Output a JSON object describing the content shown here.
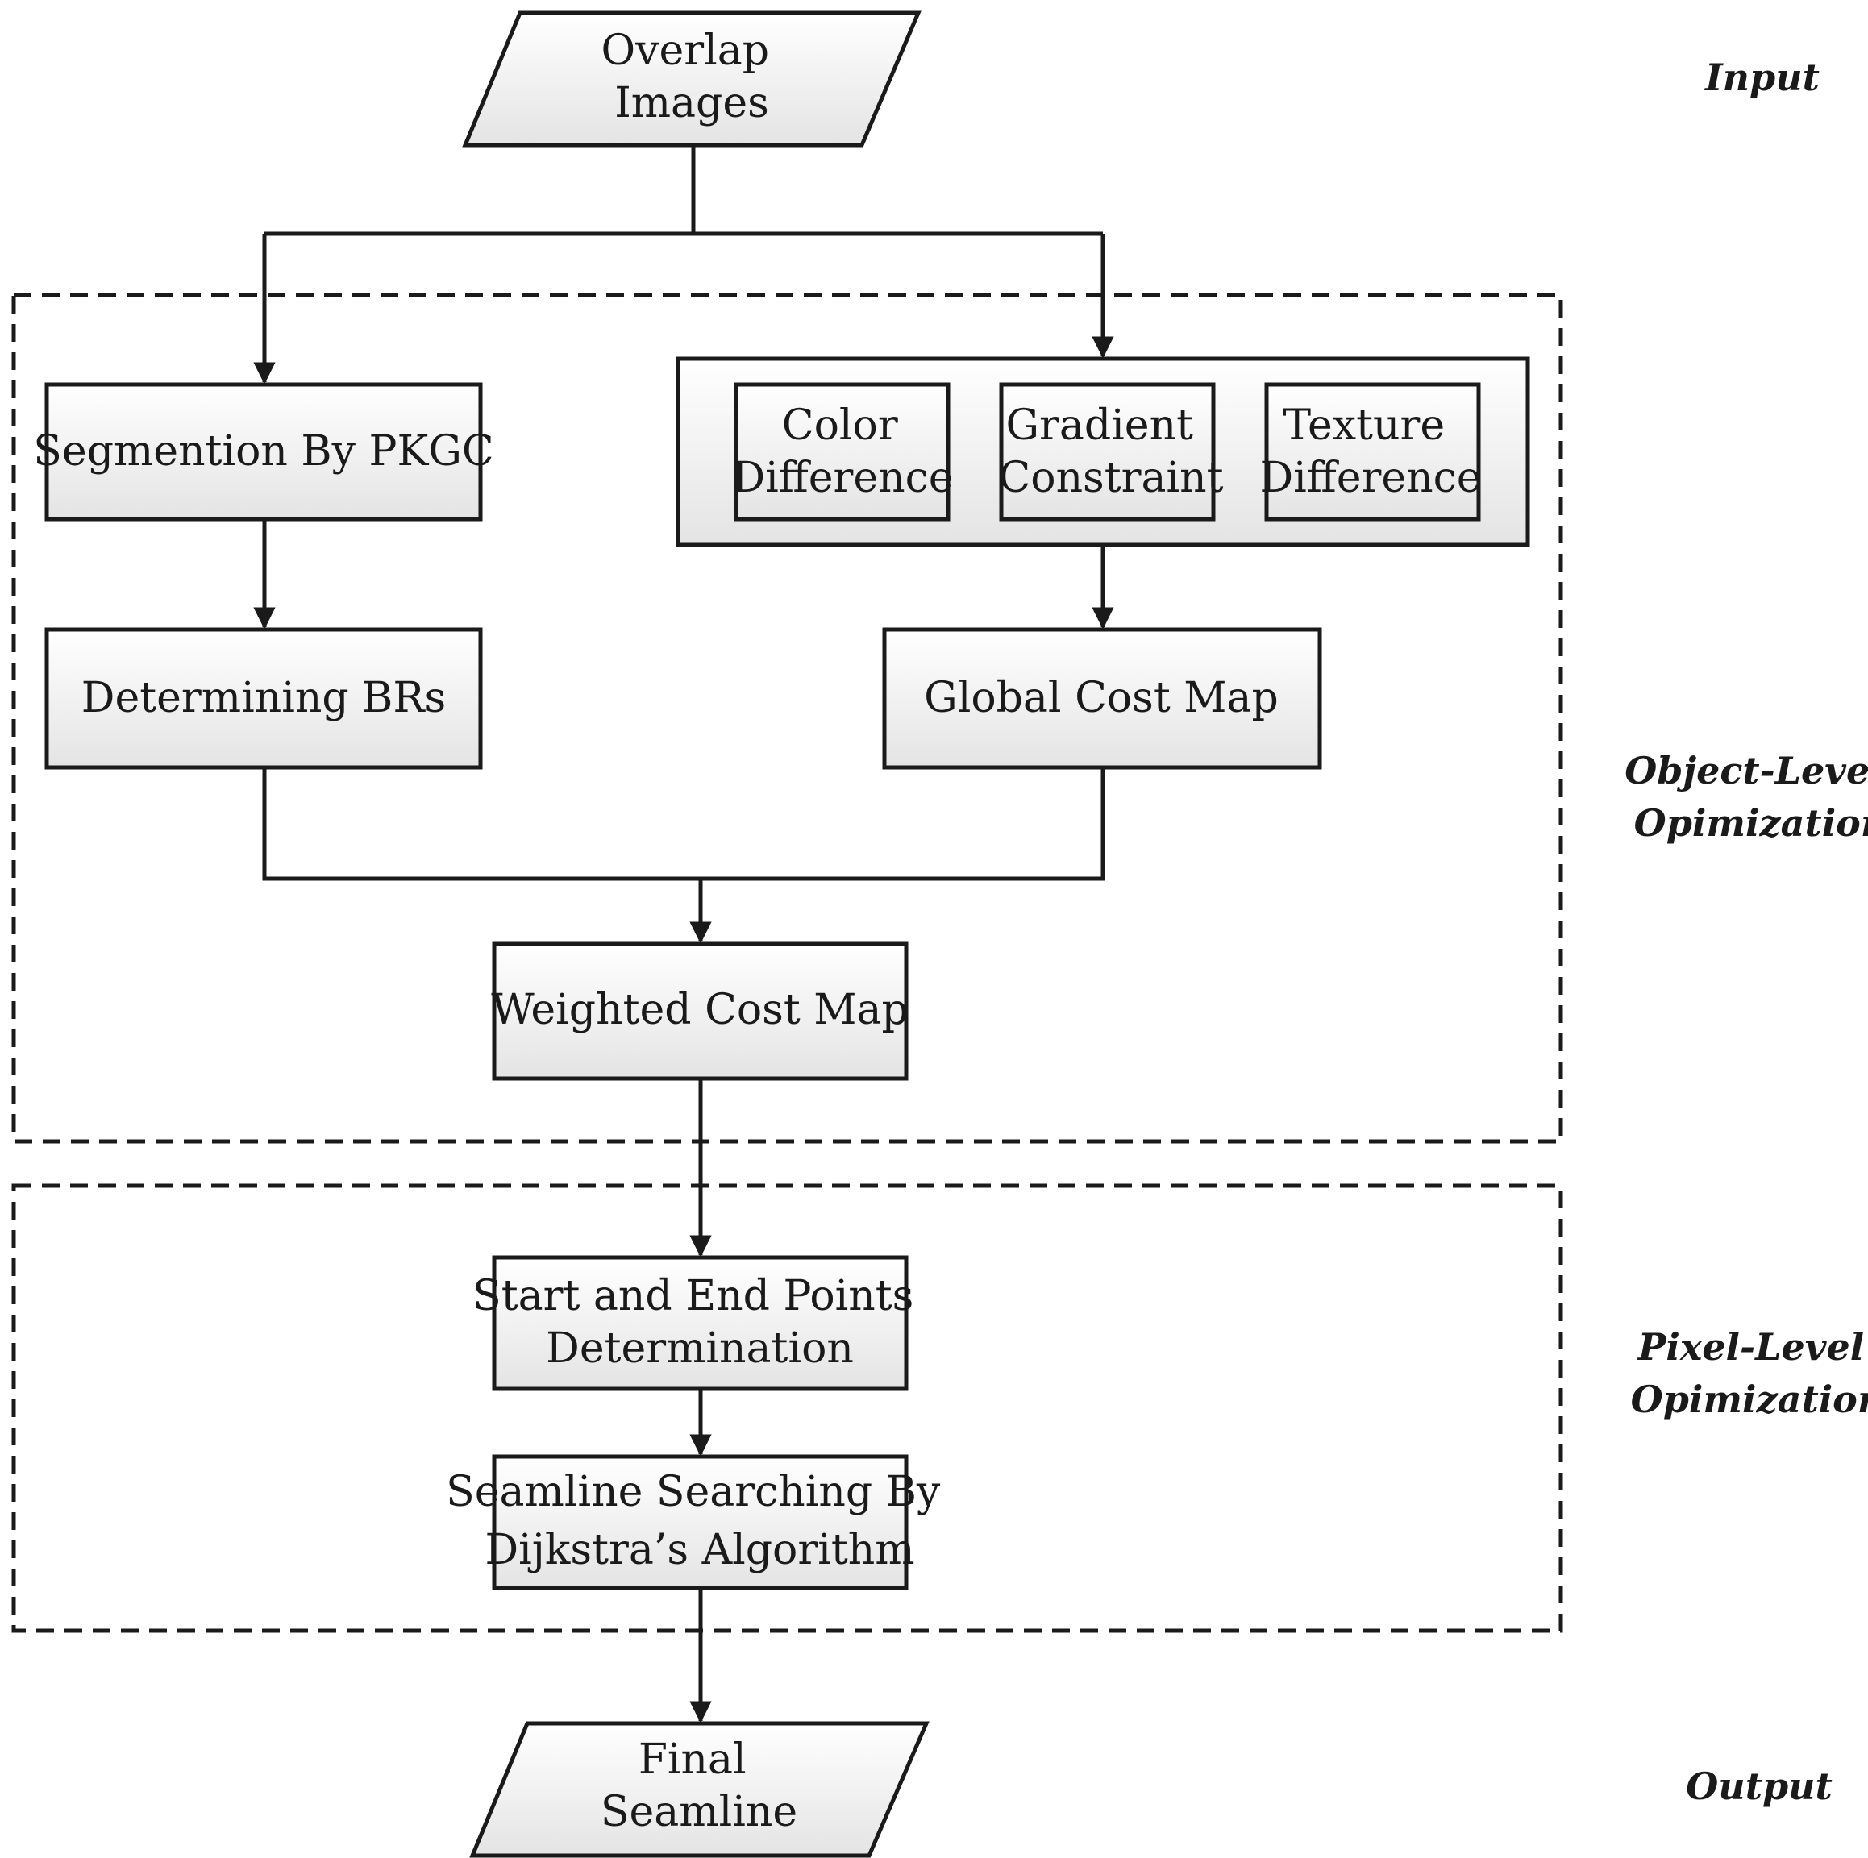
{
  "nodes": {
    "input": {
      "lines": [
        "Overlap",
        "Images"
      ]
    },
    "segmentation": {
      "lines": [
        "Segmention By PKGC"
      ]
    },
    "color_difference": {
      "lines": [
        "Color",
        "Difference"
      ]
    },
    "gradient_constraint": {
      "lines": [
        "Gradient",
        "Constraint"
      ]
    },
    "texture_difference": {
      "lines": [
        "Texture",
        "Difference"
      ]
    },
    "determining_brs": {
      "lines": [
        "Determining BRs"
      ]
    },
    "global_cost_map": {
      "lines": [
        "Global Cost Map"
      ]
    },
    "weighted_cost_map": {
      "lines": [
        "Weighted Cost Map"
      ]
    },
    "start_end_points": {
      "lines": [
        "Start and End Points",
        "Determination"
      ]
    },
    "seamline_searching": {
      "lines": [
        "Seamline Searching By",
        "Dijkstra’s Algorithm"
      ]
    },
    "output": {
      "lines": [
        "Final",
        "Seamline"
      ]
    }
  },
  "stages": {
    "input": {
      "lines": [
        "Input"
      ]
    },
    "object_level": {
      "lines": [
        "Object-Level",
        "Opimization"
      ]
    },
    "pixel_level": {
      "lines": [
        "Pixel-Level",
        "Opimization"
      ]
    },
    "output": {
      "lines": [
        "Output"
      ]
    }
  },
  "colors": {
    "stroke": "#1a1a1a",
    "box_fill_top": "#ffffff",
    "box_fill_bottom": "#e4e4e4"
  }
}
